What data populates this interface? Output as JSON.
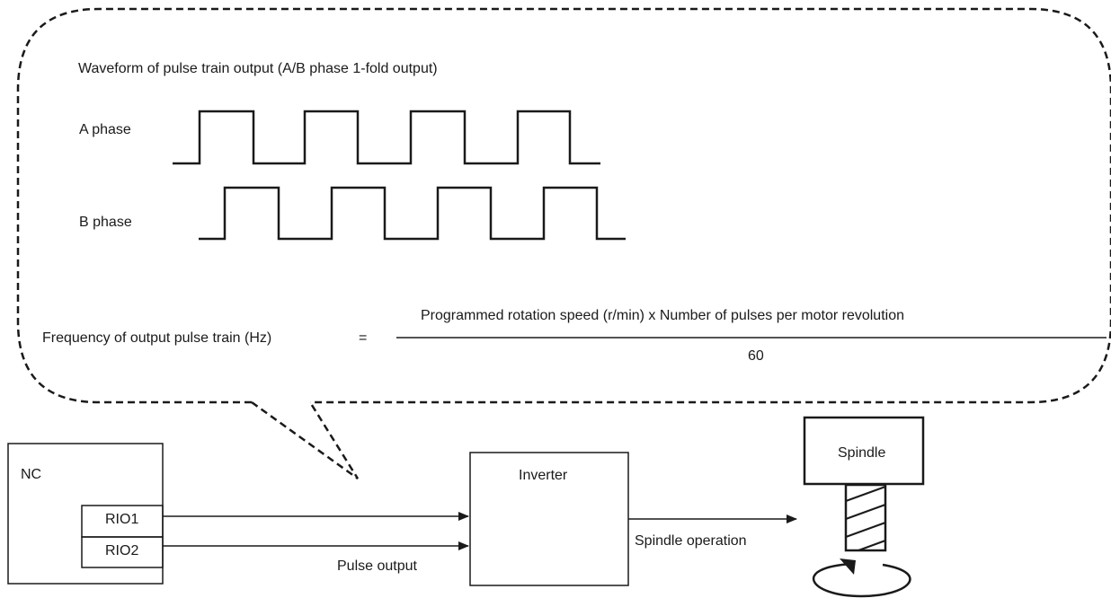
{
  "waveform_title": "Waveform of pulse train output (A/B phase 1-fold output)",
  "a_phase_label": "A phase",
  "b_phase_label": "B phase",
  "formula": {
    "lhs": "Frequency of output pulse train (Hz)",
    "equals": "=",
    "numerator": "Programmed rotation speed (r/min) x Number of pulses per motor revolution",
    "denominator": "60"
  },
  "nc": {
    "label": "NC",
    "rio1": "RIO1",
    "rio2": "RIO2"
  },
  "inverter_label": "Inverter",
  "spindle_label": "Spindle",
  "pulse_output_label": "Pulse output",
  "spindle_operation_label": "Spindle operation",
  "colors": {
    "line": "#1a1a1a",
    "background": "#ffffff"
  }
}
